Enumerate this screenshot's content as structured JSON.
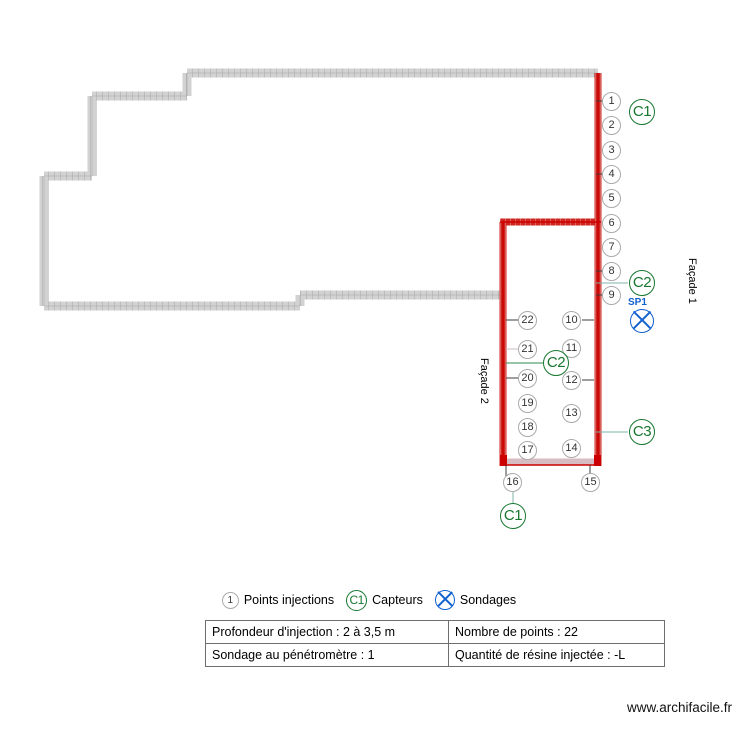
{
  "drawing": {
    "facade_labels": [
      {
        "id": "facade-1",
        "text": "Façade 1"
      },
      {
        "id": "facade-2",
        "text": "Façade 2"
      }
    ],
    "sondage": {
      "label": "SP1",
      "symbol": "sondage-cross-icon",
      "color": "#1161d0"
    },
    "sensors": [
      {
        "id": "c1-top",
        "label": "C1"
      },
      {
        "id": "c2-right",
        "label": "C2"
      },
      {
        "id": "c2-inner",
        "label": "C2"
      },
      {
        "id": "c3-right",
        "label": "C3"
      },
      {
        "id": "c1-bottom",
        "label": "C1"
      }
    ],
    "injection_points": [
      {
        "n": "1"
      },
      {
        "n": "2"
      },
      {
        "n": "3"
      },
      {
        "n": "4"
      },
      {
        "n": "5"
      },
      {
        "n": "6"
      },
      {
        "n": "7"
      },
      {
        "n": "8"
      },
      {
        "n": "9"
      },
      {
        "n": "10"
      },
      {
        "n": "11"
      },
      {
        "n": "12"
      },
      {
        "n": "13"
      },
      {
        "n": "14"
      },
      {
        "n": "15"
      },
      {
        "n": "16"
      },
      {
        "n": "17"
      },
      {
        "n": "18"
      },
      {
        "n": "19"
      },
      {
        "n": "20"
      },
      {
        "n": "21"
      },
      {
        "n": "22"
      }
    ],
    "colors": {
      "wall_grey": "#b4b4b4",
      "wall_red": "#cc0000",
      "wall_pink": "#d8bcc4",
      "sensor_green": "#17772f",
      "sondage_blue": "#1161d0",
      "leader_grey": "#4a4a4a",
      "leader_teal": "#7fb3ab"
    }
  },
  "legend": {
    "points_symbol": "1",
    "points_text": "Points injections",
    "sensor_symbol": "C1",
    "sensor_text": "Capteurs",
    "sondage_text": "Sondages"
  },
  "info_table": {
    "rows": [
      {
        "left": "Profondeur d'injection : 2 à 3,5 m",
        "right": "Nombre de points : 22"
      },
      {
        "left": "Sondage au pénétromètre : 1",
        "right": "Quantité de résine injectée : -L"
      }
    ]
  },
  "watermark": "www.archifacile.fr"
}
